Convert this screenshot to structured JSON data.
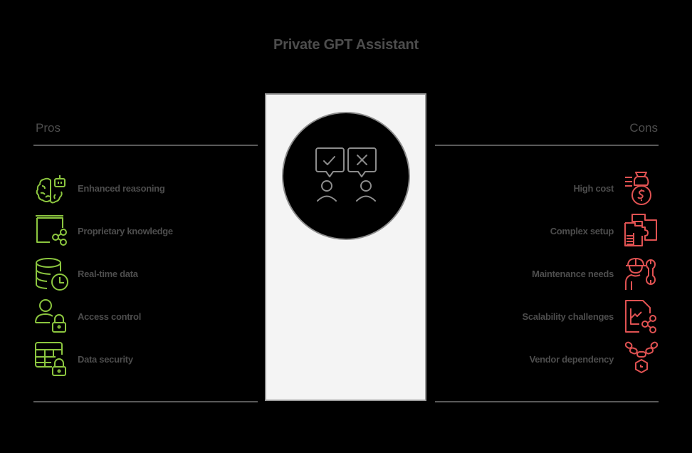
{
  "title": "Private GPT Assistant",
  "colors": {
    "background": "#000000",
    "text": "#4d4d4d",
    "pros_accent": "#8cc63f",
    "cons_accent": "#e05252",
    "panel": "#f4f4f4",
    "divider": "#595959"
  },
  "pros": {
    "heading": "Pros",
    "items": [
      {
        "label": "Enhanced reasoning",
        "icon": "brain-robot-icon"
      },
      {
        "label": "Proprietary knowledge",
        "icon": "book-share-icon"
      },
      {
        "label": "Real-time data",
        "icon": "database-clock-icon"
      },
      {
        "label": "Access control",
        "icon": "user-lock-icon"
      },
      {
        "label": "Data security",
        "icon": "table-lock-icon"
      }
    ]
  },
  "cons": {
    "heading": "Cons",
    "items": [
      {
        "label": "High cost",
        "icon": "money-bag-icon"
      },
      {
        "label": "Complex setup",
        "icon": "puzzle-blueprint-icon"
      },
      {
        "label": "Maintenance needs",
        "icon": "worker-wrench-icon"
      },
      {
        "label": "Scalability challenges",
        "icon": "chart-document-share-icon"
      },
      {
        "label": "Vendor dependency",
        "icon": "chain-lock-icon"
      }
    ]
  },
  "center": {
    "icon": "people-approve-reject-icon"
  }
}
